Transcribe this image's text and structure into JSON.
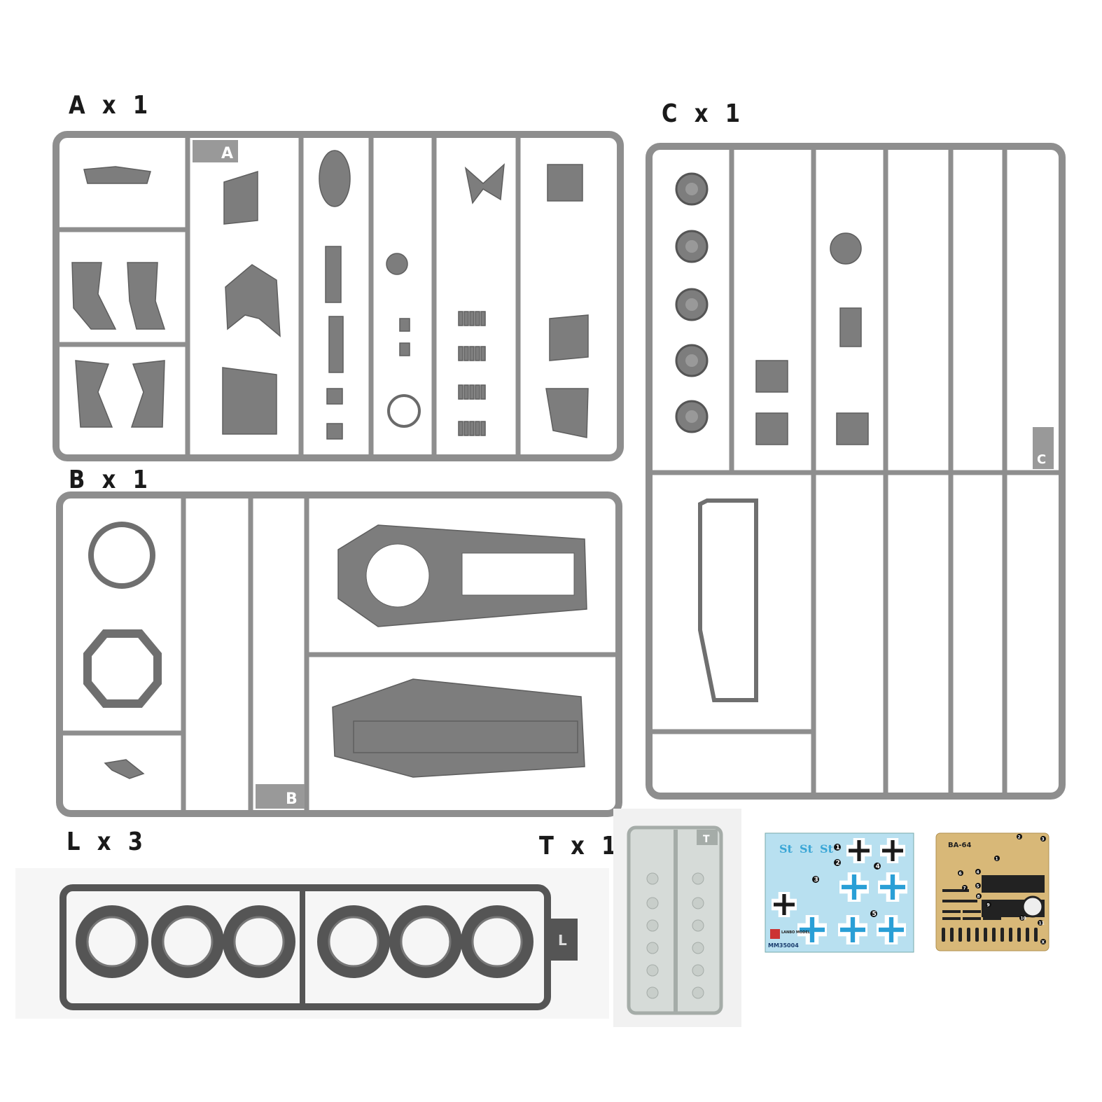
{
  "sprue_labels": {
    "A": "A x 1",
    "B": "B x 1",
    "C": "C x 1",
    "L": "L x 3",
    "T": "T x 1"
  },
  "sprue_tags": {
    "A": "A",
    "B": "B",
    "C": "C",
    "L": "L",
    "T": "T"
  },
  "decal_sheet": {
    "st_marking": "St",
    "numbers": [
      "1",
      "2",
      "3",
      "4",
      "5"
    ],
    "brand": "LANBO MODEL",
    "code": "MM35004",
    "colors": {
      "background": "#b8e0f0",
      "cross_blue": "#2a9fd6",
      "cross_black": "#1a1a1a"
    }
  },
  "photo_etch": {
    "title": "BA-64",
    "numbers": [
      "1",
      "2",
      "3",
      "4",
      "5",
      "6",
      "7",
      "8",
      "9",
      "10",
      "11",
      "X"
    ],
    "color": "#d8b878"
  },
  "colors": {
    "sprue": "#8e8e8e",
    "tire_sprue": "#555555",
    "clear": "#b9bfbb"
  }
}
